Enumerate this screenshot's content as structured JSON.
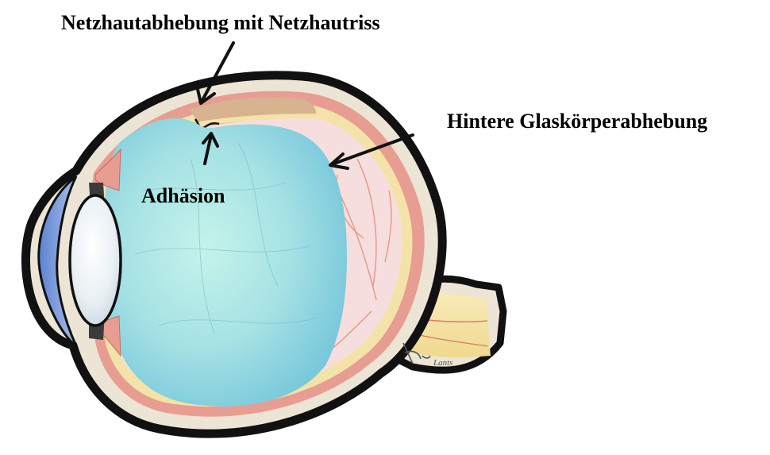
{
  "labels": {
    "retinal_detachment": "Netzhautabhebung mit Netzhautriss",
    "posterior_vitreous_detachment": "Hintere Glaskörperabhebung",
    "adhesion": "Adhäsion"
  },
  "signature": "Lants",
  "colors": {
    "outline": "#111111",
    "sclera": "#ece4d4",
    "choroid": "#e79d91",
    "retina": "#f4e3a8",
    "vitreous": "#90d6e0",
    "vitreous_highlight": "#c2f2ea",
    "subretinal_fluid": "#d7b38f",
    "detached_space": "#f6dede",
    "lens": "#dde8ee",
    "cornea": "#7f9fd9",
    "optic_nerve": "#f5e4a8",
    "vessel": "#e08060"
  }
}
